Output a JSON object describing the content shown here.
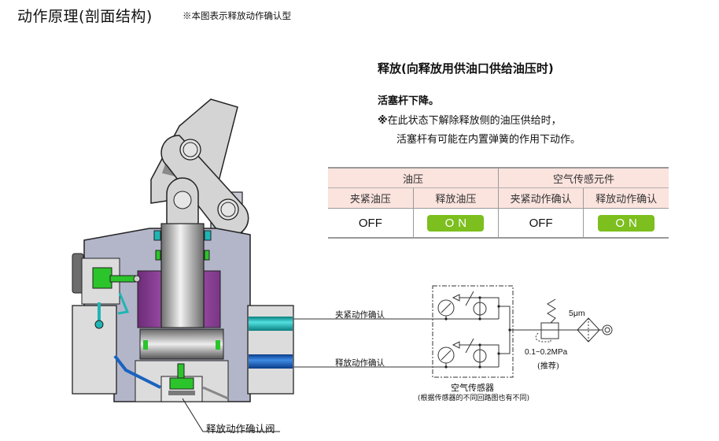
{
  "header": {
    "title": "动作原理(剖面结构)",
    "note": "※本图表示释放动作确认型"
  },
  "state": {
    "title": "释放(向释放用供油口供给油压时)",
    "line1": "活塞杆下降。",
    "line2_mark": "※",
    "line2": "在此状态下解除释放侧的油压供给时，",
    "line3": "活塞杆有可能在内置弹簧的作用下动作。"
  },
  "status_table": {
    "groups": [
      "油压",
      "空气传感元件"
    ],
    "columns": [
      "夹紧油压",
      "释放油压",
      "夹紧动作确认",
      "释放动作确认"
    ],
    "values": [
      "OFF",
      "ON",
      "OFF",
      "ON"
    ],
    "on_color": "#7cbf1e"
  },
  "circuit": {
    "line_clamp_label": "夹紧动作确认",
    "line_release_label": "释放动作确认",
    "sensor_label": "空气传感器",
    "sensor_note": "(根据传感器的不同回路图也有不同)",
    "filter_label": "5μm",
    "pressure_label": "0.1~0.2MPa",
    "pressure_note": "(推荐)"
  },
  "callout": {
    "valve_label": "释放动作确认阀"
  },
  "colors": {
    "body": "#b3b6c9",
    "piston": "#9b4fa3",
    "green": "#2bc42b",
    "cyan": "#1fb5b5",
    "blue": "#1b62c0",
    "link": "#d4d4d4"
  }
}
